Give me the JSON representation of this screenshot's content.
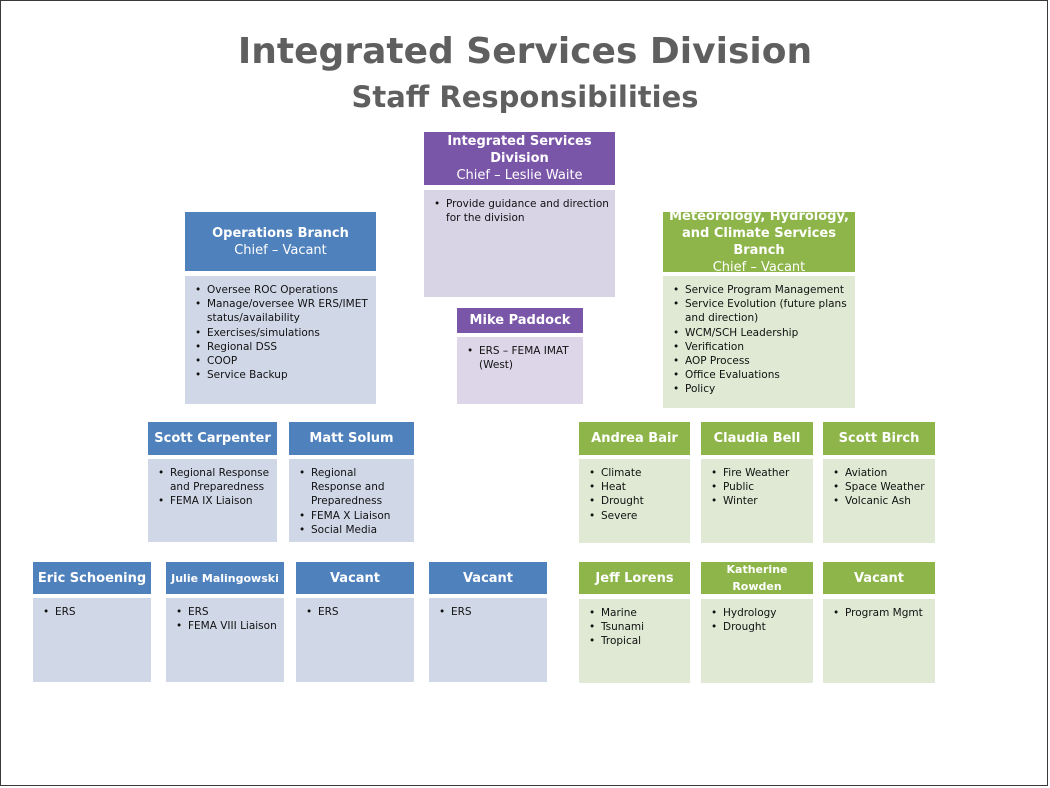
{
  "title": "Integrated Services Division",
  "subtitle": "Staff Responsibilities",
  "chief": {
    "name": "Integrated Services Division",
    "role": "Chief – Leslie Waite",
    "items": [
      "Provide guidance and direction for the division"
    ]
  },
  "operations": {
    "name": "Operations Branch",
    "role": "Chief – Vacant",
    "items": [
      "Oversee ROC Operations",
      "Manage/oversee WR ERS/IMET status/availability",
      "Exercises/simulations",
      "Regional DSS",
      "COOP",
      "Service Backup"
    ]
  },
  "mhcs": {
    "name": "Meteorology, Hydrology, and Climate Services Branch",
    "role": "Chief – Vacant",
    "items": [
      "Service Program Management",
      "Service Evolution (future plans and direction)",
      "WCM/SCH Leadership",
      "Verification",
      "AOP Process",
      "Office Evaluations",
      "Policy"
    ]
  },
  "paddock": {
    "name": "Mike Paddock",
    "items": [
      "ERS – FEMA IMAT (West)"
    ]
  },
  "carpenter": {
    "name": "Scott Carpenter",
    "items": [
      "Regional Response and Preparedness",
      "FEMA IX Liaison"
    ]
  },
  "solum": {
    "name": "Matt Solum",
    "items": [
      "Regional Response and Preparedness",
      "FEMA X Liaison",
      "Social Media"
    ]
  },
  "bair": {
    "name": "Andrea Bair",
    "items": [
      "Climate",
      "Heat",
      "Drought",
      "Severe"
    ]
  },
  "bell": {
    "name": "Claudia Bell",
    "items": [
      "Fire Weather",
      "Public",
      "Winter"
    ]
  },
  "birch": {
    "name": "Scott Birch",
    "items": [
      "Aviation",
      "Space Weather",
      "Volcanic Ash"
    ]
  },
  "schoening": {
    "name": "Eric Schoening",
    "items": [
      "ERS"
    ]
  },
  "malingowski": {
    "name": "Julie Malingowski",
    "items": [
      "ERS",
      "FEMA VIII Liaison"
    ]
  },
  "vacant_a": {
    "name": "Vacant",
    "items": [
      "ERS"
    ]
  },
  "vacant_b": {
    "name": "Vacant",
    "items": [
      "ERS"
    ]
  },
  "lorens": {
    "name": "Jeff Lorens",
    "items": [
      "Marine",
      "Tsunami",
      "Tropical"
    ]
  },
  "rowden": {
    "name": "Katherine Rowden",
    "items": [
      "Hydrology",
      "Drought"
    ]
  },
  "vacant_c": {
    "name": "Vacant",
    "items": [
      "Program Mgmt"
    ]
  },
  "colors": {
    "blue_header": "#4f81bd",
    "blue_body": "#d0d8e8",
    "purple_header": "#7a56a8",
    "purple_body": "#dcd6e8",
    "green_header": "#8db54a",
    "green_body": "#dfe9d4",
    "title_gray": "#5f5f5f"
  }
}
